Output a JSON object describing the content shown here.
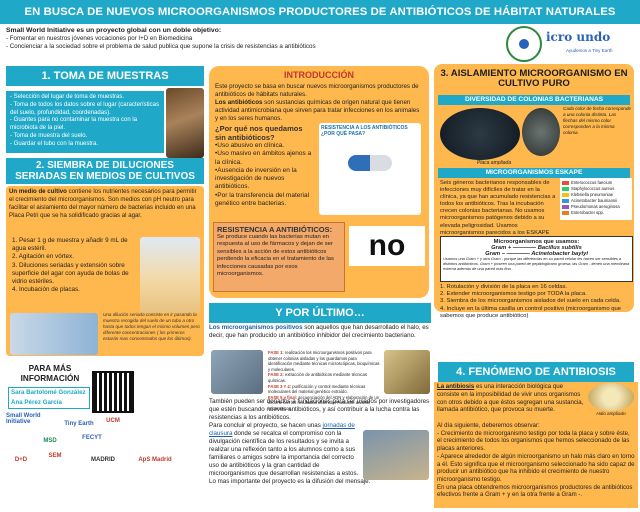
{
  "title": "EN BUSCA DE NUEVOS MICROORGANISMOS PRODUCTORES DE ANTIBIÓTICOS DE HÁBITAT NATURALES",
  "intro": {
    "lead": "Small World Initiative es un proyecto global con un doble objetivo:",
    "goal1": "- Fomentar en nuestros jóvenes vocaciones por I+D en Biomedicina",
    "goal2": "- Concienciar a la sociedad sobre el problema de salud publica que supone la crisis de resistencias a antibióticos"
  },
  "logo": {
    "name": "icro undo",
    "subtitle": "Ayudemos a Tiny Earth"
  },
  "section1": {
    "title": "1. TOMA DE MUESTRAS",
    "items": [
      "- Selección del lugar de toma de muestras.",
      "- Toma de todos los datos sobre el lugar (características del suelo, profundidad, coordenadas).",
      "- Guantes para no contaminar la muestra con la microbiota de la piel.",
      "- Toma de muestra del suelo.",
      "- Guardar el tubo con la muestra."
    ]
  },
  "section2": {
    "title": "2. SIEMBRA DE DILUCIONES SERIADAS EN MEDIOS DE CULTIVOS",
    "intro_bold": "Un medio de cultivo",
    "intro_rest": " contiene los nutrientes necesarios para permitir el crecimiento del microorganismos. Son medios con pH neutro para facilitar el aislamiento del mayor número de bacterias incluido en una Placa Petri que se ha solidificado gracias al agar.",
    "steps": [
      "1.   Pesar 1 g de muestra y añadir 9 mL de agua estéril.",
      "2.   Agitación en vórtex.",
      "3.   Diluciones seriadas y extensión sobre superficie del agar con ayuda de bolas de vidrio estériles.",
      "4.   Incubación de placas."
    ],
    "caption": "Una dilución seriada consiste en ir pasando la muestra recogida del suelo de un tubo a otro hasta que todos tengan el mismo volumen pero diferente concentraciones ( los primeros estarán mas concentrados que los últimos)."
  },
  "more_info": {
    "label": "PARA MÁS INFORMACIÓN",
    "author1": "Sara Bartolomé González",
    "author2": "Ana Pérez García"
  },
  "introduction": {
    "title": "INTRODUCCIÓN",
    "p1": "Este proyecto se basa en buscar nuevos microorganismos productores de antibióticos de hábitats naturales.",
    "p2_bold": "Los antibióticos",
    "p2_rest": " son sustancias químicas de origen natural que tienen actividad antimicrobiana que sirven para tratar infecciones en los animales y en los seres humanos.",
    "question": "¿Por qué nos quedamos sin antibióticos?",
    "reasons": [
      "•Uso abusivo en clínica.",
      "•Uso masivo en ámbitos ajenos a la clínica.",
      "•Ausencia de inversión en la investigación de nuevos antibióticos.",
      "•Por la transferencia del material genético entre bacterias."
    ],
    "infographic_title": "RESISTENCIA A LOS ANTIBIÓTICOS ¿POR QUÉ PASA?",
    "resistance_title": "RESISTENCIA A ANTIBIÓTICOS:",
    "resistance_text": "Se produce cuando las bacterias mutan en respuesta al uso de fármacos y dejan de ser sensibles a la acción de estos antibióticos perdiendo la eficacia en el tratamiento de las infecciones causadas por esos microorganismos.",
    "no_text": "no"
  },
  "section3": {
    "title": "3. AISLAMIENTO MICROORGANISMO EN CULTIVO PURO",
    "diversity_title": "DIVERSIDAD DE COLONIAS BACTERIANAS",
    "photo_caption": "Cada color de fecha corresponde a una colonia distinta. Las flechas del mismo color corresponden a la misma colonia.",
    "plate_label": "Placa ampliada",
    "eskape_title": "MICROORGANISMOS ESKAPE",
    "eskape_text": "Seis géneros bacterianos responsables de infecciones muy difíciles de tratar en la clínica, ya que han acumulado resistencias a todos los antibióticos. Tras la incubación crecen colonias bacterianas. No usamos microorganismos patógenos debido a su elevada peligrosidad. Usamos microorganismos parecidos a los ESKAPE pero mas seguros.",
    "legend": [
      "Enterococcus faecium",
      "Staphylococcus aureus",
      "Klebsiella pneumoniae",
      "Acinetobacter baumannii",
      "Pseudomonas aeruginosa",
      "Enterobacter spp."
    ],
    "legend_colors": [
      "#e74c3c",
      "#2ecc71",
      "#f1c40f",
      "#3498db",
      "#9b59b6",
      "#e67e22"
    ],
    "table_title": "Microorganismos que usamos:",
    "gram_pos": "Gram + ———— Bacillus subtilis",
    "gram_neg": "Gram – ———— Acinetobacter baylyi",
    "table_note": "Usamos una Gram + y otra Gram - porque las diferencias en su pared celular les hacen ser sensibles a distintos antibióticos. Gram + poseen una pared de peptidoglicano gruesa; las Gram - tienen una membrana externa además de una pared más fina.",
    "steps": [
      "1.  Rotulación y división de la placa en 16 celdas.",
      "2.  Extender microorganismos testigo por TODA la placa.",
      "3.  Siembra de los microorganismos aislados del suelo en cada celda.",
      "4.  Incluye en la última casilla un control positivo (microorganismo que sabemos que produce antibiótico)"
    ]
  },
  "finally": {
    "title": "Y POR ÚLTIMO…",
    "p1_bold": "Los microorganismos positivos",
    "p1_rest": " son aquellos que han desarrollado el halo, es decir, que han producido un antibiótico inhibidor del crecimiento bacteriano.",
    "phases": [
      {
        "tag": "FASE 1:",
        "text": "realización los microorganismos positivos para obtener colonias aisladas y los guardamos para identificación mediante técnicas microscópicas, bioquímicas y moleculares."
      },
      {
        "tag": "FASE 2:",
        "text": "extracción de antibióticos mediante técnicas químicas."
      },
      {
        "tag": "FASE 3 Y 4:",
        "text": "purificación y control mediante técnicas moleculares del material genético extraído."
      },
      {
        "tag": "FASE 5 y final:",
        "text": "secuenciación del ADN y elaboración de un informe con los resultados obtenidos mediante análisis informáticos."
      }
    ],
    "p2": "También pueden ser donados a fundaciones para ser usados por investigadores que estén buscando nuevos antibióticos, y así contribuir a la lucha contra las resistencias a los antibióticos.",
    "p3_pre": "Para concluir el proyecto, se hacen unas ",
    "p3_link": "jornadas de clausura",
    "p3_post": " donde se recalca el compromiso con la divulgación científica de los resultados y se invita a realizar una reflexión tanto a los alumnos como a sus familiares o amigos sobre la importancia del correcto uso de antibióticos y la gran cantidad de microorganismos que desarrollan resistencias a estos.",
    "p4": "Lo mas importante del proyecto es la difusión del mensaje."
  },
  "section4": {
    "title": "4. FENÓMENO DE ANTIBIOSIS",
    "p1_bold": "La antibiosis",
    "p1_rest": " es una interacción biológica que consiste en la imposibilidad de vivir unos organismos con otros debido a que éstos segregan una sustancia, llamada antibiótico, que provoca su muerte.",
    "halo_label": "Halo ampliado",
    "p2": "Al día siguiente, deberemos observar:",
    "obs1": "- Crecimiento de microorganismo testigo por toda la placa y sobre éste, el crecimiento de todos los organismos que hemos seleccionado de las placas anteriores.",
    "obs2": "- Aparece alrededor de algún microorganismo un halo más claro en torno a él. Esto significa que el microorganismo seleccionado ha sido capaz de producir un antibiótico que ha inhibido el crecimiento de nuestro microorganismo testigo.",
    "p3": "En una placa obtendremos microorganismos productores de antibióticos efectivos frente a Gram + y en la otra frente a Gram -."
  },
  "sponsors": [
    "Small World Initiative",
    "Tiny Earth",
    "FECYT",
    "MSD",
    "D+D",
    "SEM",
    "UCM",
    "MADRID",
    "ApS Madrid"
  ],
  "colors": {
    "accent": "#20a8c8",
    "orange": "#ffb84d",
    "title_red": "#c0392b"
  }
}
